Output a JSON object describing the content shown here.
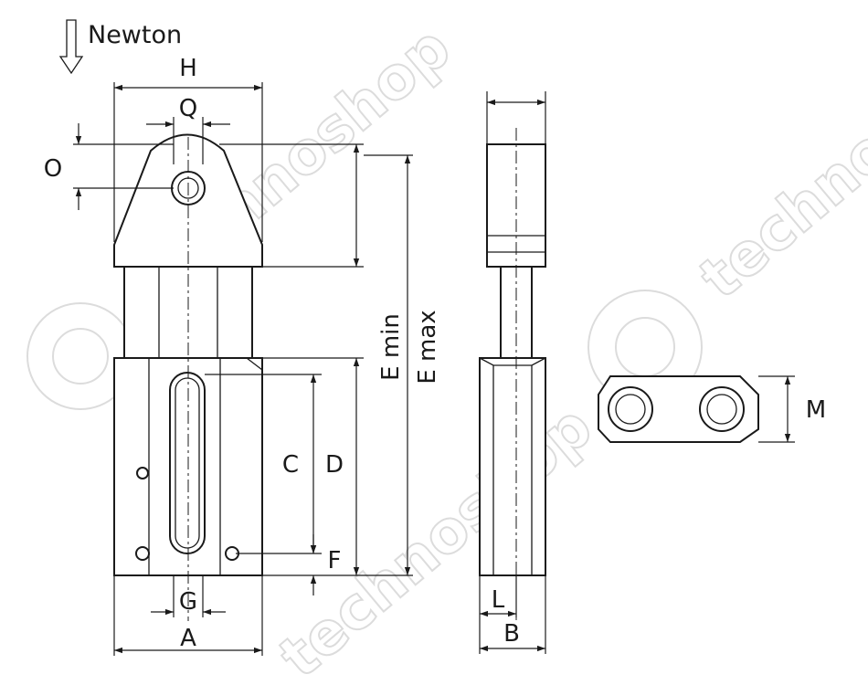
{
  "force": {
    "unit_label": "Newton",
    "icon": "down-arrow-icon"
  },
  "dimensions": {
    "H": "H",
    "Q": "Q",
    "O": "O",
    "C": "C",
    "D": "D",
    "F": "F",
    "G": "G",
    "A": "A",
    "E_min": "E min",
    "E_max": "E max",
    "L": "L",
    "B": "B",
    "M": "M"
  },
  "watermark": {
    "text": "technoshop",
    "color": "#dcdcdc"
  }
}
